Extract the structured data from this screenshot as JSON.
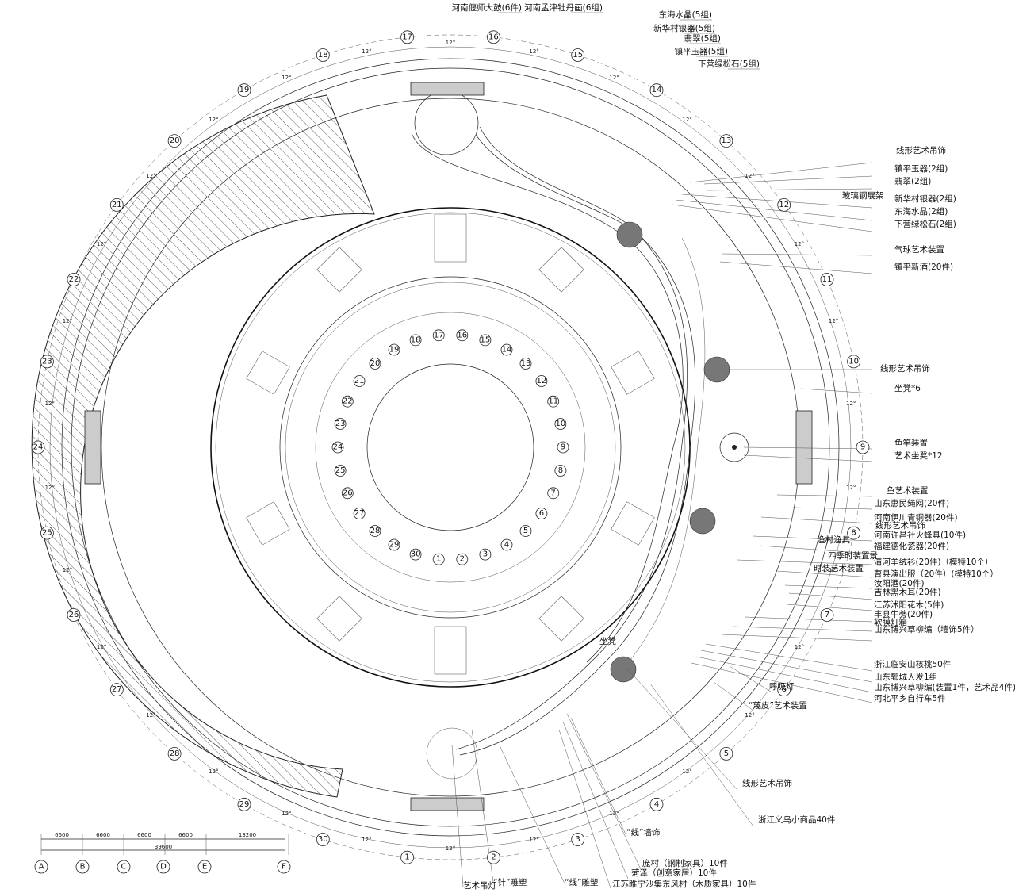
{
  "labels_top": [
    "河南偃师大鼓(6件)",
    "河南孟津牡丹画(6组)",
    "东海水晶(5组)",
    "新华村银器(5组)",
    "翡翠(5组)",
    "镇平玉器(5组)",
    "下营绿松石(5组)"
  ],
  "labels_right": [
    "线形艺术吊饰",
    "镇平玉器(2组)",
    "翡翠(2组)",
    "玻璃钢展架",
    "新华村银器(2组)",
    "东海水晶(2组)",
    "下营绿松石(2组)",
    "气球艺术装置",
    "镇平新酒(20件)",
    "线形艺术吊饰",
    "坐凳*6",
    "鱼竿装置",
    "艺术坐凳*12",
    "鱼艺术装置",
    "山东惠民绳网(20件)",
    "河南伊川青铜器(20件)",
    "线形艺术吊饰",
    "渔村渔具",
    "河南许昌社火蜂具(10件)",
    "福建德化瓷器(20件)",
    "四季时装置景",
    "清河羊绒衫(20件)（模特10个）",
    "时装艺术装置",
    "曹县演出服（20件）(模特10个）",
    "汝阳酒(20件)",
    "吉林黑木耳(20件)",
    "江苏沭阳花木(5件)",
    "丰县牛蒡(20件)",
    "软膜灯箱",
    "山东博兴草柳编（墙饰5件）",
    "浙江临安山核桃50件",
    "山东鄄城人发1组",
    "山东博兴草柳编(装置1件，艺术品4件)",
    "河北平乡自行车5件",
    "呼吸灯",
    "“蔑皮”艺术装置",
    "线形艺术吊饰",
    "浙江义乌小商品40件"
  ],
  "labels_bottom": [
    "“线”墙饰",
    "庞村（钢制家具）10件",
    "菏泽（创意家居）10件",
    "江苏睢宁沙集东风村（木质家具）10件",
    "艺术吊灯",
    "“针”雕塑",
    "“线”雕塑",
    "坐凳"
  ],
  "grid_outer": [
    "1",
    "2",
    "3",
    "4",
    "5",
    "6",
    "7",
    "8",
    "9",
    "10",
    "11",
    "12",
    "13",
    "14",
    "15",
    "16",
    "17",
    "18",
    "19",
    "20",
    "21",
    "22",
    "23",
    "24",
    "25",
    "26",
    "27",
    "28",
    "29",
    "30"
  ],
  "grid_inner": [
    "1",
    "2",
    "3",
    "4",
    "5",
    "6",
    "7",
    "8",
    "9",
    "10",
    "11",
    "12",
    "13",
    "14",
    "15",
    "16",
    "17",
    "18",
    "19",
    "20",
    "21",
    "22",
    "23",
    "24",
    "25",
    "26",
    "27",
    "28",
    "29",
    "30"
  ],
  "angle_mark": "12°",
  "scale_bar": {
    "segments": [
      "6600",
      "6600",
      "6600",
      "6600",
      "13200"
    ],
    "total": "39600",
    "axes": [
      "A",
      "B",
      "C",
      "D",
      "E",
      "F"
    ]
  }
}
